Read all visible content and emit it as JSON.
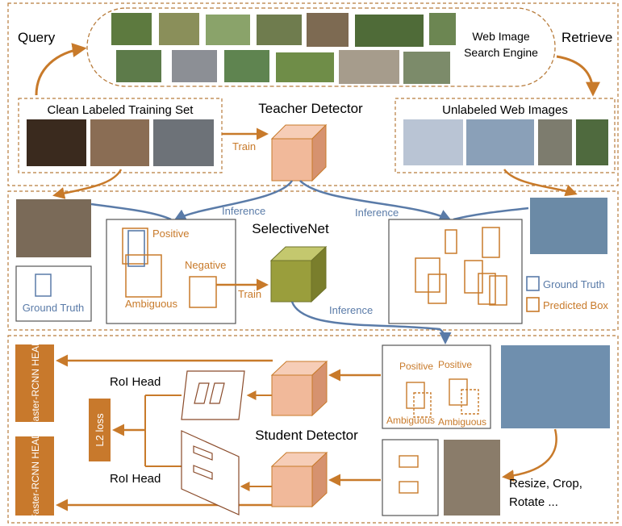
{
  "colors": {
    "orange": "#c87a2a",
    "dark_orange": "#c8792c",
    "blue": "#5a7ba8",
    "olive": "#8f9438",
    "peach": "#f1b99a",
    "dash": "#b87c3c",
    "gray_border": "#555555"
  },
  "top": {
    "query": "Query",
    "retrieve": "Retrieve",
    "search_engine_line1": "Web Image",
    "search_engine_line2": "Search Engine",
    "clean_set_title": "Clean Labeled Training Set",
    "teacher_title": "Teacher Detector",
    "train": "Train",
    "unlabeled_title": "Unlabeled Web Images"
  },
  "middle": {
    "inference_left": "Inference",
    "inference_right": "Inference",
    "inference_bottom": "Inference",
    "selectivenet": "SelectiveNet",
    "train": "Train",
    "positive": "Positive",
    "negative": "Negative",
    "ambiguous": "Ambiguous",
    "ground_truth_box": "Ground Truth",
    "legend_gt": "Ground Truth",
    "legend_pred": "Predicted Box"
  },
  "bottom": {
    "head_top": "Faster-RCNN HEAD",
    "head_bottom": "Faster-RCNN HEAD",
    "roi_head_top": "RoI Head",
    "roi_head_bottom": "RoI Head",
    "l2_loss": "L2 loss",
    "student_title": "Student Detector",
    "positive_1": "Positive",
    "positive_2": "Positive",
    "ambiguous_1": "Ambiguous",
    "ambiguous_2": "Ambiguous",
    "augment_line1": "Resize, Crop,",
    "augment_line2": "Rotate ..."
  }
}
